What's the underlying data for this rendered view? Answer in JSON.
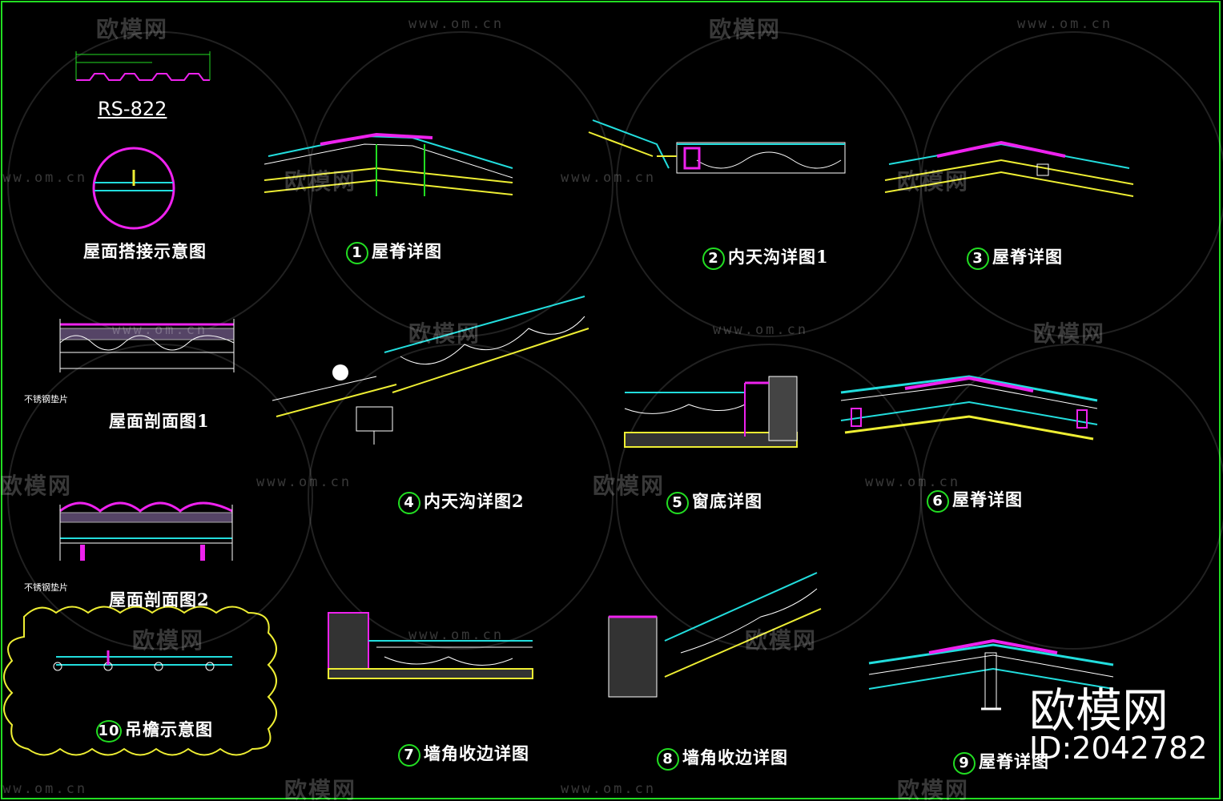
{
  "profile_label": "RS-822",
  "watermark": {
    "text": "欧模网",
    "url": "www.om.cn"
  },
  "brand": {
    "name": "欧模网",
    "id": "ID:2042782"
  },
  "notes": {
    "nonrust": "不锈钢垫片"
  },
  "titles": {
    "overlap": "屋面搭接示意图",
    "section1": "屋面剖面图1",
    "section2": "屋面剖面图2",
    "d1": "屋脊详图",
    "d2": "内天沟详图1",
    "d3": "屋脊详图",
    "d4": "内天沟详图2",
    "d5": "窗底详图",
    "d6": "屋脊详图",
    "d7": "墙角收边详图",
    "d8": "墙角收边详图",
    "d9": "屋脊详图",
    "d10": "吊檐示意图"
  },
  "numbers": {
    "n1": "1",
    "n2": "2",
    "n3": "3",
    "n4": "4",
    "n5": "5",
    "n6": "6",
    "n7": "7",
    "n8": "8",
    "n9": "9",
    "n10": "10"
  },
  "colors": {
    "green": "#22dd22",
    "cyan": "#22dddd",
    "magenta": "#ee22ee",
    "yellow": "#eeee33",
    "white": "#ffffff"
  }
}
